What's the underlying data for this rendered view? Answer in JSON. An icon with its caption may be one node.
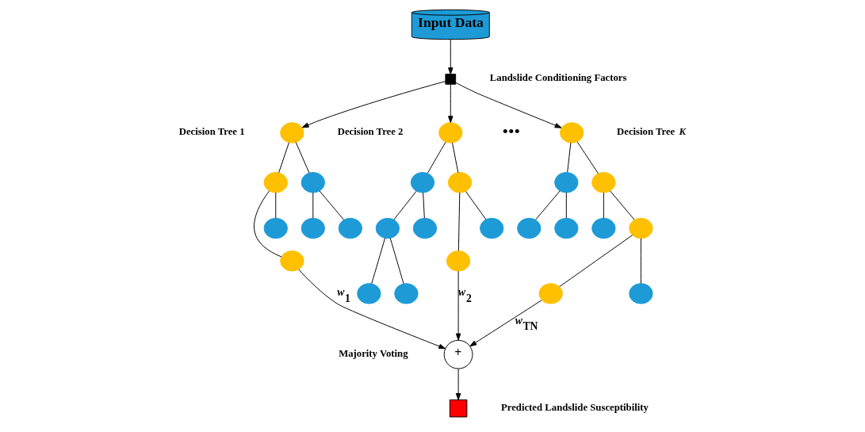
{
  "diagram": {
    "nodes": [
      {
        "text": [
          "Input Data"
        ]
      },
      {
        "text": [],
        "shape": "box",
        "beside": [
          "Landslide Conditioning Factors"
        ]
      },
      {
        "text": [],
        "shape": "circle",
        "beside": [
          "Decision Tree 1"
        ]
      },
      {
        "text": [],
        "shape": "circle"
      },
      {
        "text": [],
        "shape": "circle"
      },
      {
        "text": [],
        "shape": "circle"
      },
      {
        "text": [],
        "shape": "circle"
      },
      {
        "text": [],
        "shape": "circle"
      },
      {
        "text": [],
        "shape": "circle"
      },
      {
        "text": [],
        "shape": "circle",
        "beside": [
          "Decision Tree 2"
        ]
      },
      {
        "text": [],
        "shape": "circle"
      },
      {
        "text": [],
        "shape": "circle"
      },
      {
        "text": [],
        "shape": "circle"
      },
      {
        "text": [],
        "shape": "circle"
      },
      {
        "text": [],
        "shape": "circle"
      },
      {
        "text": [],
        "shape": "circle"
      },
      {
        "text": [],
        "shape": "circle"
      },
      {
        "text": [],
        "shape": "circle"
      },
      {
        "text": [],
        "shape": "circle",
        "beside": [
          "Decision Tree *K*"
        ]
      },
      {
        "text": [],
        "shape": "circle"
      },
      {
        "text": [],
        "shape": "circle"
      },
      {
        "text": [],
        "shape": "circle"
      },
      {
        "text": [],
        "shape": "circle"
      },
      {
        "text": [],
        "shape": "circle"
      },
      {
        "text": [],
        "shape": "circle"
      },
      {
        "text": [],
        "shape": "circle"
      },
      {
        "text": [],
        "shape": "circle"
      },
      {
        "text": [
          "+"
        ],
        "beside": [
          "Majority Voting"
        ]
      },
      {
        "text": [],
        "shape": "box",
        "beside": [
          "Predicted Landslide Susceptibility"
        ]
      }
    ],
    "edges": [
      {
        "from": 0,
        "to": 1,
        "arrow": "to"
      },
      {
        "from": 1,
        "to": 2,
        "arrow": "to"
      },
      {
        "from": 1,
        "to": 9,
        "arrow": "to"
      },
      {
        "from": 1,
        "to": 18,
        "arrow": "to"
      },
      {
        "from": 2,
        "to": 3,
        "arrow": "none"
      },
      {
        "from": 2,
        "to": 4,
        "arrow": "none"
      },
      {
        "from": 3,
        "to": 5,
        "arrow": "none"
      },
      {
        "from": 3,
        "to": 6,
        "arrow": "none"
      },
      {
        "from": 4,
        "to": 7,
        "arrow": "none"
      },
      {
        "from": 4,
        "to": 8,
        "arrow": "none"
      },
      {
        "from": 9,
        "to": 10,
        "arrow": "none"
      },
      {
        "from": 9,
        "to": 11,
        "arrow": "none"
      },
      {
        "from": 10,
        "to": 12,
        "arrow": "none"
      },
      {
        "from": 10,
        "to": 13,
        "arrow": "none"
      },
      {
        "from": 12,
        "to": 14,
        "arrow": "none"
      },
      {
        "from": 12,
        "to": 15,
        "arrow": "none"
      },
      {
        "from": 11,
        "to": 16,
        "arrow": "none"
      },
      {
        "from": 11,
        "to": 17,
        "arrow": "none"
      },
      {
        "from": 18,
        "to": 19,
        "arrow": "none"
      },
      {
        "from": 18,
        "to": 20,
        "arrow": "none"
      },
      {
        "from": 19,
        "to": 21,
        "arrow": "none"
      },
      {
        "from": 19,
        "to": 22,
        "arrow": "none"
      },
      {
        "from": 20,
        "to": 23,
        "arrow": "none"
      },
      {
        "from": 20,
        "to": 24,
        "arrow": "none"
      },
      {
        "from": 24,
        "to": 25,
        "arrow": "none"
      },
      {
        "from": 24,
        "to": 26,
        "arrow": "none"
      },
      {
        "from": 5,
        "to": 27,
        "arrow": "to",
        "label": "*w*$_{1}$"
      },
      {
        "from": 16,
        "to": 27,
        "arrow": "to",
        "label": "*w*$_{2}$"
      },
      {
        "from": 25,
        "to": 27,
        "arrow": "to",
        "label": "*w*$_{TN}$"
      },
      {
        "from": 27,
        "to": 28,
        "arrow": "to"
      }
    ],
    "labels": [
      "•••"
    ]
  }
}
